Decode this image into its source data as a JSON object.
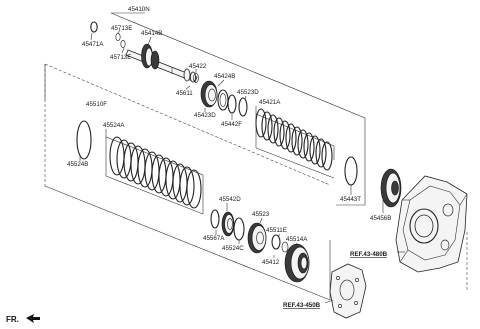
{
  "labels": {
    "p45410N": "45410N",
    "p45713E_top": "45713E",
    "p45471A": "45471A",
    "p45414B": "45414B",
    "p45713E_bot": "45713E",
    "p45422": "45422",
    "p45424B": "45424B",
    "p45611": "45611",
    "p45523D": "45523D",
    "p45423D": "45423D",
    "p45421A": "45421A",
    "p45442F": "45442F",
    "p45510F": "45510F",
    "p45524A": "45524A",
    "p45524B": "45524B",
    "p45443T": "45443T",
    "p45542D": "45542D",
    "p45523": "45523",
    "p45511E": "45511E",
    "p45567A": "45567A",
    "p45514A": "45514A",
    "p45524C": "45524C",
    "p45412": "45412",
    "p45456B": "45456B",
    "ref480B": "REF.43-480B",
    "ref450B": "REF.43-450B",
    "fr": "FR."
  }
}
